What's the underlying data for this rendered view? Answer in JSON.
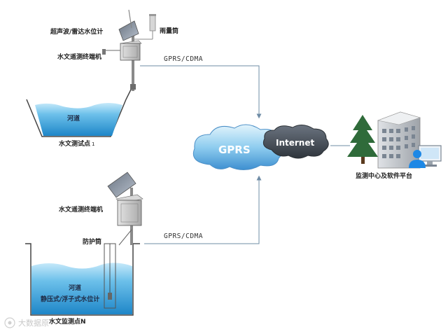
{
  "station1": {
    "sensor_label": "超声波/雷达水位计",
    "rain_gauge_label": "雨量筒",
    "terminal_label": "水文遥测终端机",
    "river_label": "河道",
    "site_label": "水文测试点",
    "site_index": "1"
  },
  "station2": {
    "terminal_label": "水文遥测终端机",
    "pipe_label": "防护筒",
    "river_label": "河道",
    "sensor_label": "静压式/浮子式水位计",
    "site_label": "水文监测点N"
  },
  "links": {
    "top_label": "GPRS/CDMA",
    "bottom_label": "GPRS/CDMA"
  },
  "network": {
    "gprs_label": "GPRS",
    "internet_label": "Internet"
  },
  "center": {
    "label": "监测中心及软件平台"
  },
  "watermark": {
    "text": "大数据原"
  },
  "colors": {
    "water_light": "#9fd7f2",
    "water_dark": "#1f88c9",
    "cloud_light": "#bfe3f7",
    "cloud_blue": "#2c7fc1",
    "cloud_dark": "#3d4650",
    "arrow": "#6f8ca6",
    "building": "#c9ccd0",
    "tree": "#2f6b3a",
    "person": "#1e88e5"
  }
}
